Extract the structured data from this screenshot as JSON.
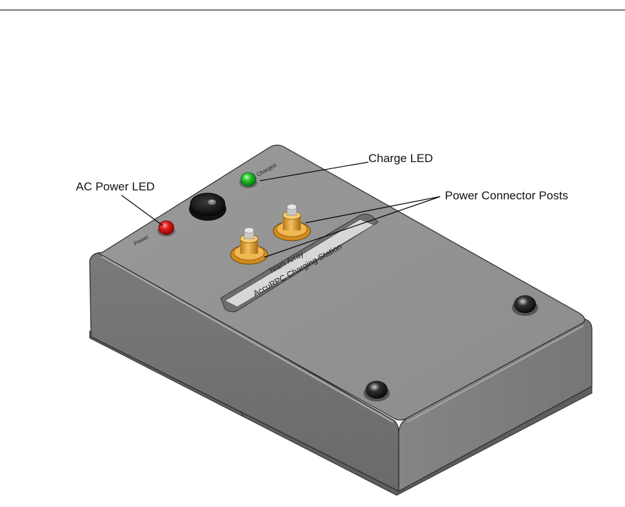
{
  "callouts": {
    "charge_led": "Charge LED",
    "ac_power_led": "AC Power LED",
    "power_connector_posts": "Power Connector Posts"
  },
  "device": {
    "power_label": "Power",
    "charged_label": "Charged",
    "nameplate_line1": "Team Array",
    "nameplate_line2": "AccuRPC Charging Station"
  },
  "colors": {
    "power_led": "#e01818",
    "charge_led": "#20c020",
    "connector_gold": "#e0a030",
    "housing": "#8a8a8a"
  }
}
